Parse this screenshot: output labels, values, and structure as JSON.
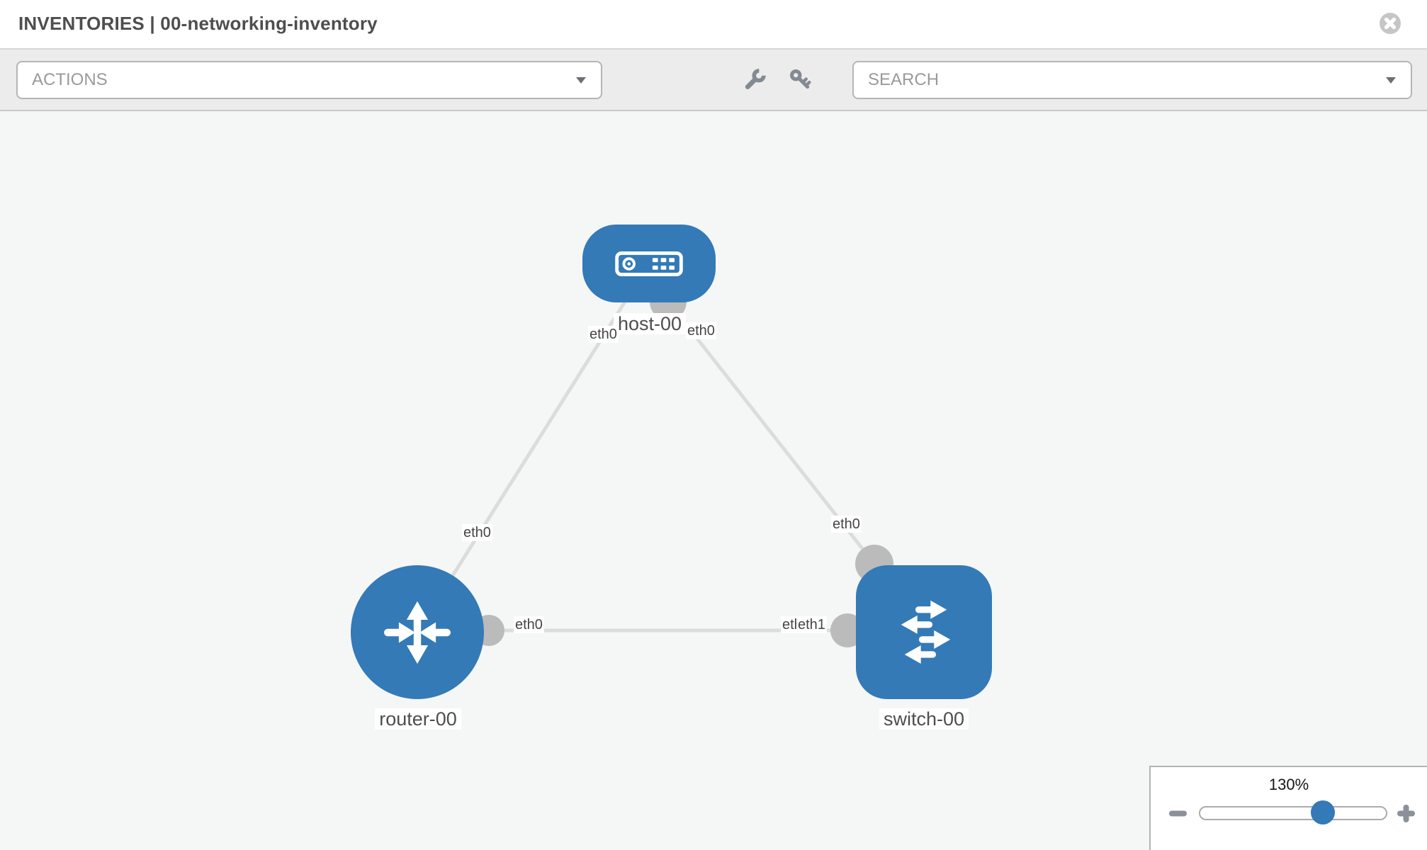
{
  "header": {
    "title": "INVENTORIES | 00-networking-inventory"
  },
  "toolbar": {
    "actions_label": "ACTIONS",
    "search_label": "SEARCH",
    "tool_icons": [
      "wrench-icon",
      "key-icon"
    ]
  },
  "topology": {
    "nodes": [
      {
        "id": "host-00",
        "type": "host",
        "label": "host-00"
      },
      {
        "id": "router-00",
        "type": "router",
        "label": "router-00"
      },
      {
        "id": "switch-00",
        "type": "switch",
        "label": "switch-00"
      }
    ],
    "links": [
      {
        "from": "host-00",
        "from_if": "eth0",
        "to": "router-00",
        "to_if": "eth0"
      },
      {
        "from": "host-00",
        "from_if": "eth0",
        "to": "switch-00",
        "to_if": "eth0"
      },
      {
        "from": "router-00",
        "from_if": "eth0",
        "to": "switch-00",
        "to_if": "eth1"
      }
    ],
    "interface_labels": [
      {
        "text": "eth0",
        "near": "host-00 bottom-left"
      },
      {
        "text": "eth0",
        "near": "host-00 bottom-right"
      },
      {
        "text": "eth0",
        "near": "router-00 top"
      },
      {
        "text": "eth0",
        "near": "switch-00 top"
      },
      {
        "text": "eth0",
        "near": "router-00 right"
      },
      {
        "text": "eth0",
        "near": "switch-00 left (partially covered)"
      },
      {
        "text": "eth1",
        "near": "switch-00 left (overlapping)"
      }
    ]
  },
  "zoom_control": {
    "level": "130%",
    "zoom_out_icon": "minus-icon",
    "zoom_in_icon": "plus-icon",
    "slider_percent": 66
  },
  "colors": {
    "node_blue": "#337ab7",
    "link_gray": "#dcdcdc",
    "interface_gray": "#bbbbbb",
    "canvas_bg": "#f5f6f6",
    "toolbar_bg": "#ececec"
  }
}
